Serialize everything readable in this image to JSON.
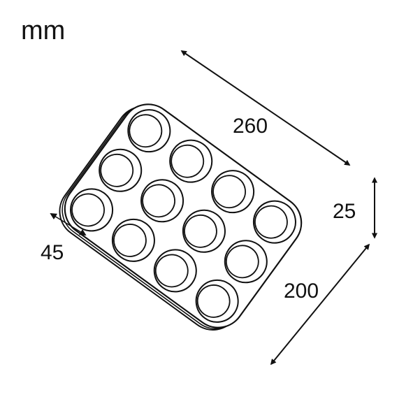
{
  "unit_label": "mm",
  "dimensions": {
    "length": "260",
    "width": "200",
    "height": "25",
    "cup_diameter": "45"
  },
  "tray": {
    "cup_rows": 3,
    "cup_columns": 4
  },
  "colors": {
    "stroke": "#111111",
    "fill": "#ffffff"
  }
}
